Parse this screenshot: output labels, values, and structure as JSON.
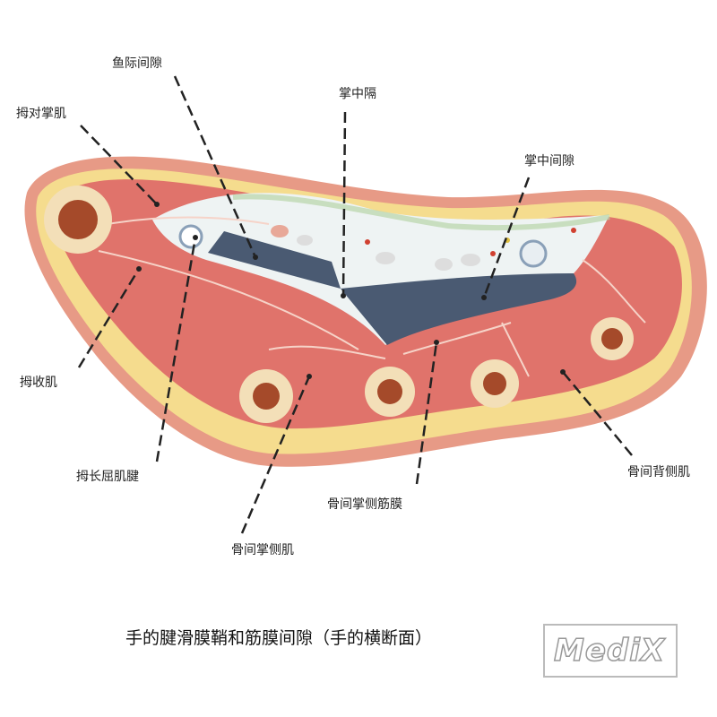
{
  "title": "手的腱滑膜鞘和筋膜间隙（手的横断面）",
  "watermark": "MediX",
  "labels": {
    "thenar_space": "鱼际间隙",
    "midpalmar_septum": "掌中隔",
    "opponens_pollicis": "拇对掌肌",
    "midpalmar_space": "掌中间隙",
    "adductor_pollicis": "拇收肌",
    "flexor_pollicis_longus_tendon": "拇长屈肌腱",
    "palmar_interosseous_fascia": "骨间掌侧筋膜",
    "dorsal_interossei": "骨间背侧肌",
    "palmar_interossei": "骨间掌侧肌"
  },
  "colors": {
    "skin": "#e79a86",
    "fat": "#f5dc8e",
    "muscle": "#e0736b",
    "space": "#4a5a72",
    "bone": "#f3dfb8",
    "marrow": "#a54a2a"
  }
}
